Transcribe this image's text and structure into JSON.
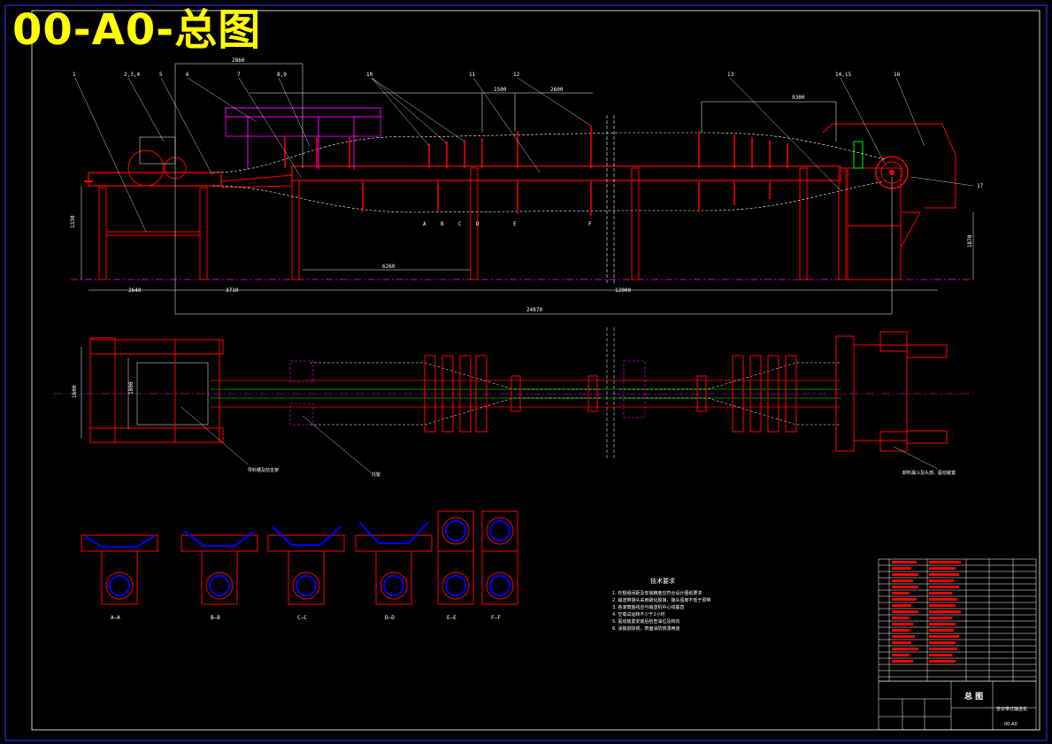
{
  "sheet": {
    "title": "00-A0-总图",
    "colors": {
      "background": "#000000",
      "frame": "#3333ff",
      "steel": "#ff0000",
      "belt": "#ff00ff",
      "centerline": "#ff00ff",
      "dimension": "#ffffff",
      "title": "#ffff00",
      "highlight": "#00ff00",
      "pipe": "#0000ff"
    }
  },
  "elevation": {
    "dimensions": {
      "overall": "24870",
      "left_leg": "2640",
      "span_a": "3710",
      "span_b": "12000",
      "top_a": "2860",
      "height_left": "1330",
      "height_right": "1870",
      "mid_span": "6260",
      "right_span": "9300",
      "seg_1": "1500",
      "seg_2": "2600"
    },
    "callouts": [
      "1",
      "2,3,4",
      "5",
      "6",
      "7",
      "8,9",
      "10",
      "11",
      "12",
      "13",
      "14,15",
      "16",
      "17"
    ],
    "section_marks": [
      "A",
      "B",
      "C",
      "D",
      "E",
      "F"
    ]
  },
  "plan": {
    "labels": {
      "left_note": "导料槽及前支架",
      "mid_note": "托辊",
      "right_note": "卸料漏斗及头部、驱动装置"
    },
    "width_left": "1600",
    "width_inner": "1000"
  },
  "sections": [
    {
      "label": "A—A"
    },
    {
      "label": "B—B"
    },
    {
      "label": "C—C"
    },
    {
      "label": "D—D"
    },
    {
      "label": "E—E"
    },
    {
      "label": "F—F"
    }
  ],
  "tech_notes": {
    "title": "技术要求",
    "lines": [
      "1. 托辊组间距及安装精度应符合设计图纸要求",
      "2. 输送带接头采用硫化胶接，接头强度不低于原带",
      "3. 各滚筒轴线应与输送机中心线垂直",
      "4. 空载试运转不少于2小时",
      "5. 驱动装置安装后检查油位及转向",
      "6. 涂装前除锈，表面涂防锈漆两道"
    ]
  },
  "title_block": {
    "drawing_name": "总 图",
    "product_name": "管状带式输送机",
    "school": "",
    "drawing_no": "00-A0"
  }
}
